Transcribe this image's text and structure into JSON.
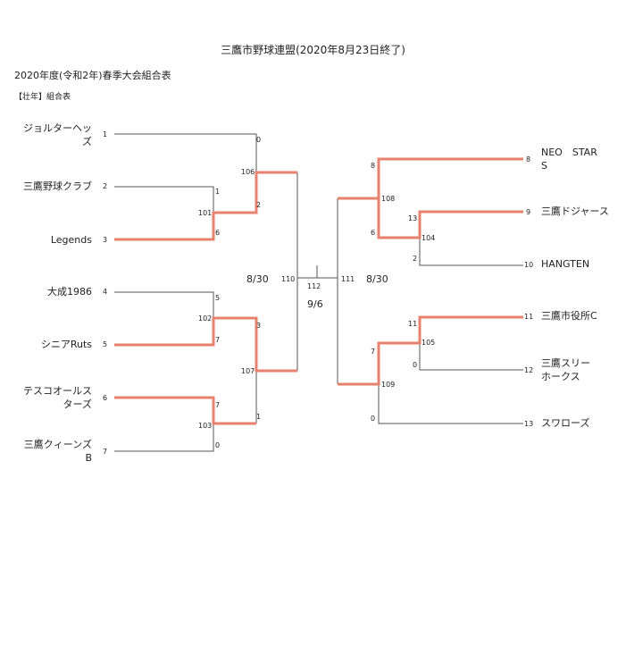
{
  "header": {
    "title": "三鷹市野球連盟(2020年8月23日終了)",
    "subtitle": "2020年度(令和2年)春季大会組合表",
    "section": "【壮年】組合表"
  },
  "left_teams": [
    {
      "num": "1",
      "lines": [
        "ジョルターヘッ",
        "ズ"
      ]
    },
    {
      "num": "2",
      "lines": [
        "三鷹野球クラブ"
      ]
    },
    {
      "num": "3",
      "lines": [
        "Legends"
      ]
    },
    {
      "num": "4",
      "lines": [
        "大成1986"
      ]
    },
    {
      "num": "5",
      "lines": [
        "シニアRuts"
      ]
    },
    {
      "num": "6",
      "lines": [
        "テスコオールス",
        "ターズ"
      ]
    },
    {
      "num": "7",
      "lines": [
        "三鷹クィーンズ",
        "B"
      ]
    }
  ],
  "right_teams": [
    {
      "num": "8",
      "lines": [
        "NEO　STAR",
        "S"
      ]
    },
    {
      "num": "9",
      "lines": [
        "三鷹ドジャース"
      ]
    },
    {
      "num": "10",
      "lines": [
        "HANGTEN"
      ]
    },
    {
      "num": "11",
      "lines": [
        "三鷹市役所C"
      ]
    },
    {
      "num": "12",
      "lines": [
        "三鷹スリー",
        "ホークス"
      ]
    },
    {
      "num": "13",
      "lines": [
        "スワローズ"
      ]
    }
  ],
  "games": {
    "g101": "101",
    "g102": "102",
    "g103": "103",
    "g104": "104",
    "g105": "105",
    "g106": "106",
    "g107": "107",
    "g108": "108",
    "g109": "109",
    "g110": "110",
    "g111": "111",
    "g112": "112"
  },
  "scores": {
    "s1": "0",
    "s101_top": "1",
    "s101_bot": "6",
    "s106_bot": "2",
    "s102_top": "5",
    "s102_bot": "7",
    "s103_top": "7",
    "s103_bot": "0",
    "s107_top": "3",
    "s107_bot": "1",
    "s108_top": "8",
    "s108_bot": "6",
    "s104_top": "13",
    "s104_bot": "2",
    "s105_top": "11",
    "s105_bot": "0",
    "s109_top": "7",
    "s109_bot": "0"
  },
  "dates": {
    "left_semi": "8/30",
    "right_semi": "8/30",
    "final": "9/6"
  },
  "colors": {
    "winner_line": "#e8826e",
    "normal_line": "#555555"
  }
}
